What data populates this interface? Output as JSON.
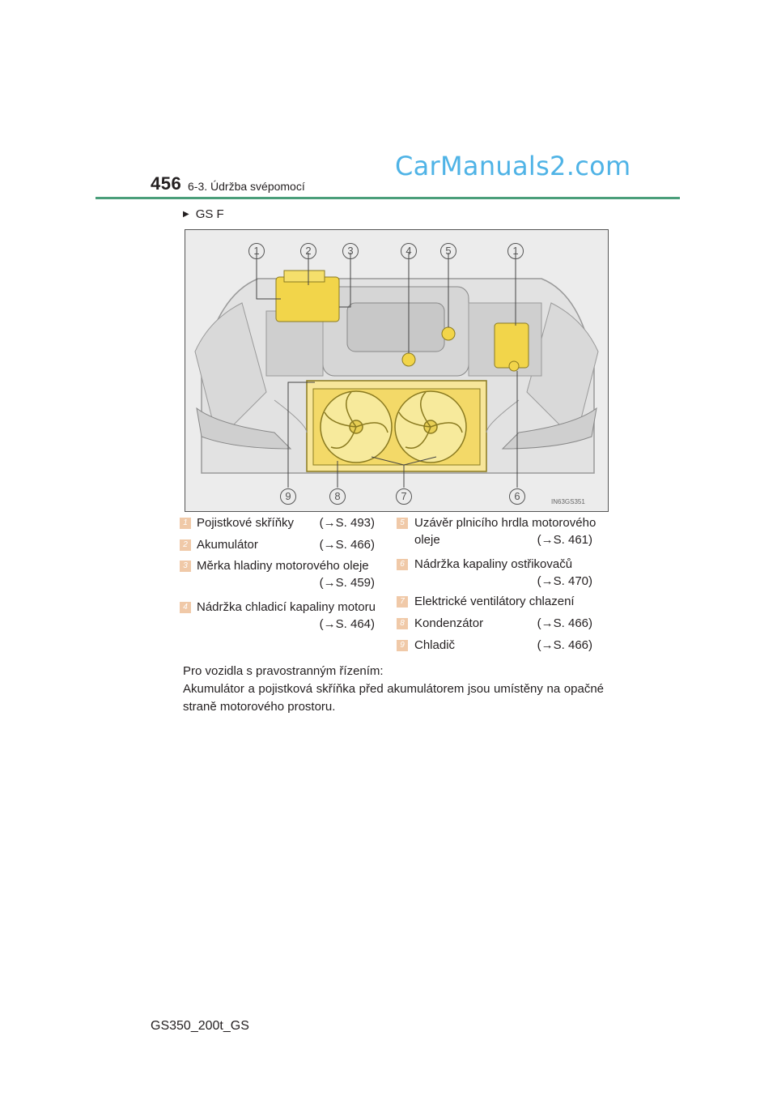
{
  "header": {
    "page_number": "456",
    "section": "6-3. Údržba svépomocí",
    "watermark": "CarManuals2.com"
  },
  "figure": {
    "heading": "GS F",
    "code": "IN63GS351",
    "top_callouts": [
      "1",
      "2",
      "3",
      "4",
      "5",
      "1"
    ],
    "bottom_callouts": [
      "9",
      "8",
      "7",
      "6"
    ]
  },
  "legend": {
    "left": [
      {
        "num": "1",
        "label": "Pojistkové skříňky",
        "ref": "(→S. 493)"
      },
      {
        "num": "2",
        "label": "Akumulátor",
        "ref": "(→S. 466)"
      },
      {
        "num": "3",
        "label": "Měrka hladiny motorového oleje",
        "ref": "(→S. 459)"
      },
      {
        "num": "4",
        "label": "Nádržka chladicí kapaliny motoru",
        "ref": "(→S. 464)"
      }
    ],
    "right": [
      {
        "num": "5",
        "label": "Uzávěr plnicího hrdla motorového",
        "label2": "oleje",
        "ref": "(→S. 461)"
      },
      {
        "num": "6",
        "label": "Nádržka kapaliny ostřikovačů",
        "ref": "(→S. 470)"
      },
      {
        "num": "7",
        "label": "Elektrické ventilátory chlazení",
        "ref": ""
      },
      {
        "num": "8",
        "label": "Kondenzátor",
        "ref": "(→S. 466)"
      },
      {
        "num": "9",
        "label": "Chladič",
        "ref": "(→S. 466)"
      }
    ]
  },
  "body": {
    "line1": "Pro vozidla s pravostranným řízením:",
    "line2": "Akumulátor a pojistková skříňka před akumulátorem jsou umístěny na opačné straně motorového prostoru."
  },
  "footer": {
    "model_code": "GS350_200t_GS"
  }
}
